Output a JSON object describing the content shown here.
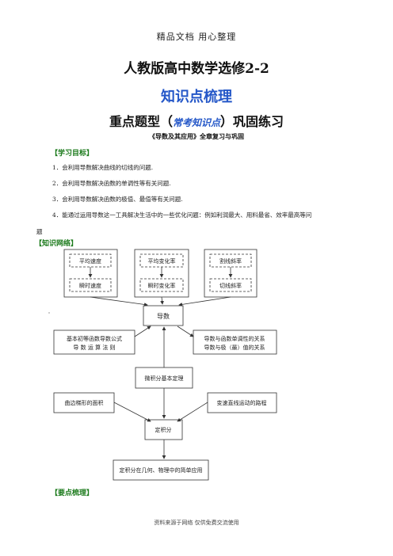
{
  "header_note": "精品文档 用心整理",
  "title": "人教版高中数学选修2-2",
  "subtitle": "知识点梳理",
  "section_title": {
    "prefix": "重点题型（",
    "highlight": "常考知识点",
    "suffix": "）巩固练习"
  },
  "chapter_note": "《导数及其应用》全章复习与巩固",
  "goals_tag": "【学习目标】",
  "goals": [
    "1．会利用导数解决曲线的切线的问题.",
    "2．会利用导数解决函数的单调性等有关问题.",
    "3．会利用导数解决函数的极值、最值等有关问题.",
    "4．能通过运用导数这一工具解决生活中的一些优化问题：例如利润最大、用料最省、效率最高等问"
  ],
  "goal4_wrap": "题",
  "network_tag": "【知识网络】",
  "diagram": {
    "avg_speed": "平均速度",
    "inst_speed": "瞬时速度",
    "avg_rate": "平均变化率",
    "inst_rate": "瞬时变化率",
    "secant_slope": "割线斜率",
    "tangent_slope": "切线斜率",
    "derivative": "导数",
    "formula_line1": "基本初等函数导数公式",
    "formula_line2": "导 数 运 算 法 则",
    "relation_line1": "导数与函数单调性的关系",
    "relation_line2": "导数与极（最）值的关系",
    "ftc": "微积分基本定理",
    "curved_area": "曲边梯形的面积",
    "variable_motion": "变速直线运动的路程",
    "definite_integral": "定积分",
    "applications": "定积分在几何、物理中的简单应用",
    "dot": "·"
  },
  "key_tag": "【要点梳理】",
  "footer": "资料来源于网络 仅供免费交流使用"
}
